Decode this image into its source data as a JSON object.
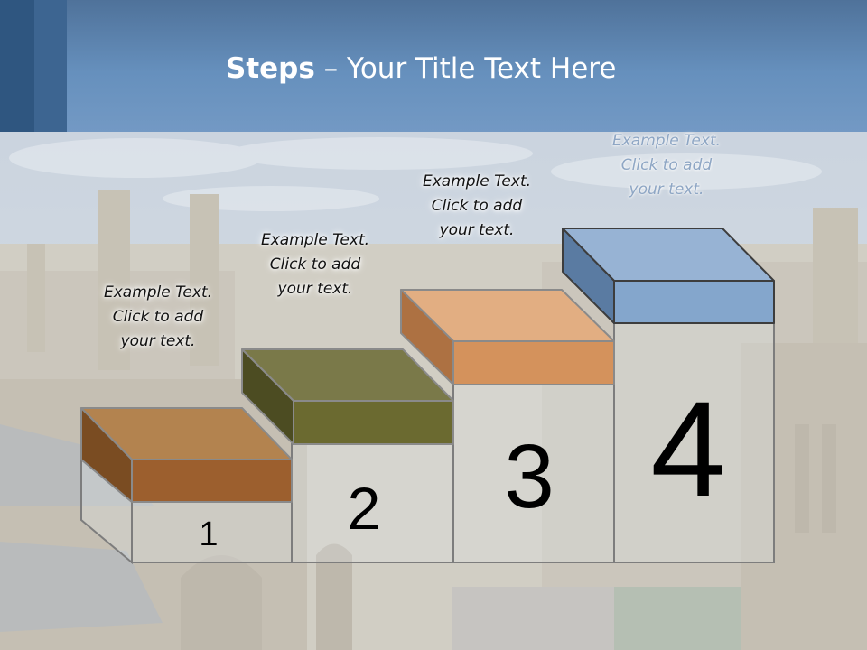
{
  "slide": {
    "title_bold": "Steps",
    "title_rest": " – Your Title Text Here"
  },
  "steps": [
    {
      "number": "1",
      "label": "Example Text.\nClick  to add\nyour text.",
      "color": "#9c5f2e"
    },
    {
      "number": "2",
      "label": "Example Text.\nClick  to add\nyour text.",
      "color": "#6b6a30"
    },
    {
      "number": "3",
      "label": "Example Text.\nClick  to add\nyour text.",
      "color": "#d4925c"
    },
    {
      "number": "4",
      "label": "Example Text.\nClick  to add\nyour text.",
      "color": "#84a6cc"
    }
  ],
  "colors": {
    "header": "#6690bd",
    "accent_dark": "#2f5680",
    "accent_mid": "#3d6591"
  }
}
